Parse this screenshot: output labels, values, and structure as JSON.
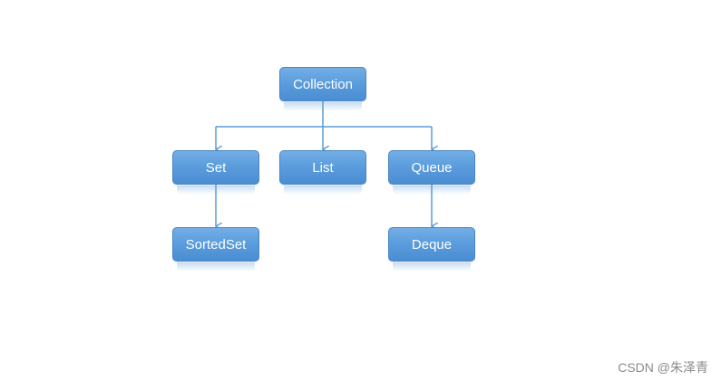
{
  "diagram": {
    "nodes": [
      {
        "id": "collection",
        "label": "Collection"
      },
      {
        "id": "set",
        "label": "Set"
      },
      {
        "id": "list",
        "label": "List"
      },
      {
        "id": "queue",
        "label": "Queue"
      },
      {
        "id": "sortedset",
        "label": "SortedSet"
      },
      {
        "id": "deque",
        "label": "Deque"
      }
    ],
    "edges": [
      {
        "from": "collection",
        "to": "set"
      },
      {
        "from": "collection",
        "to": "list"
      },
      {
        "from": "collection",
        "to": "queue"
      },
      {
        "from": "set",
        "to": "sortedset"
      },
      {
        "from": "queue",
        "to": "deque"
      }
    ],
    "colors": {
      "node_fill": "#5b9ddd",
      "node_border": "#4a86c5",
      "node_text": "#ffffff",
      "connector": "#5b9bd5"
    }
  },
  "watermark": "CSDN @朱泽青"
}
